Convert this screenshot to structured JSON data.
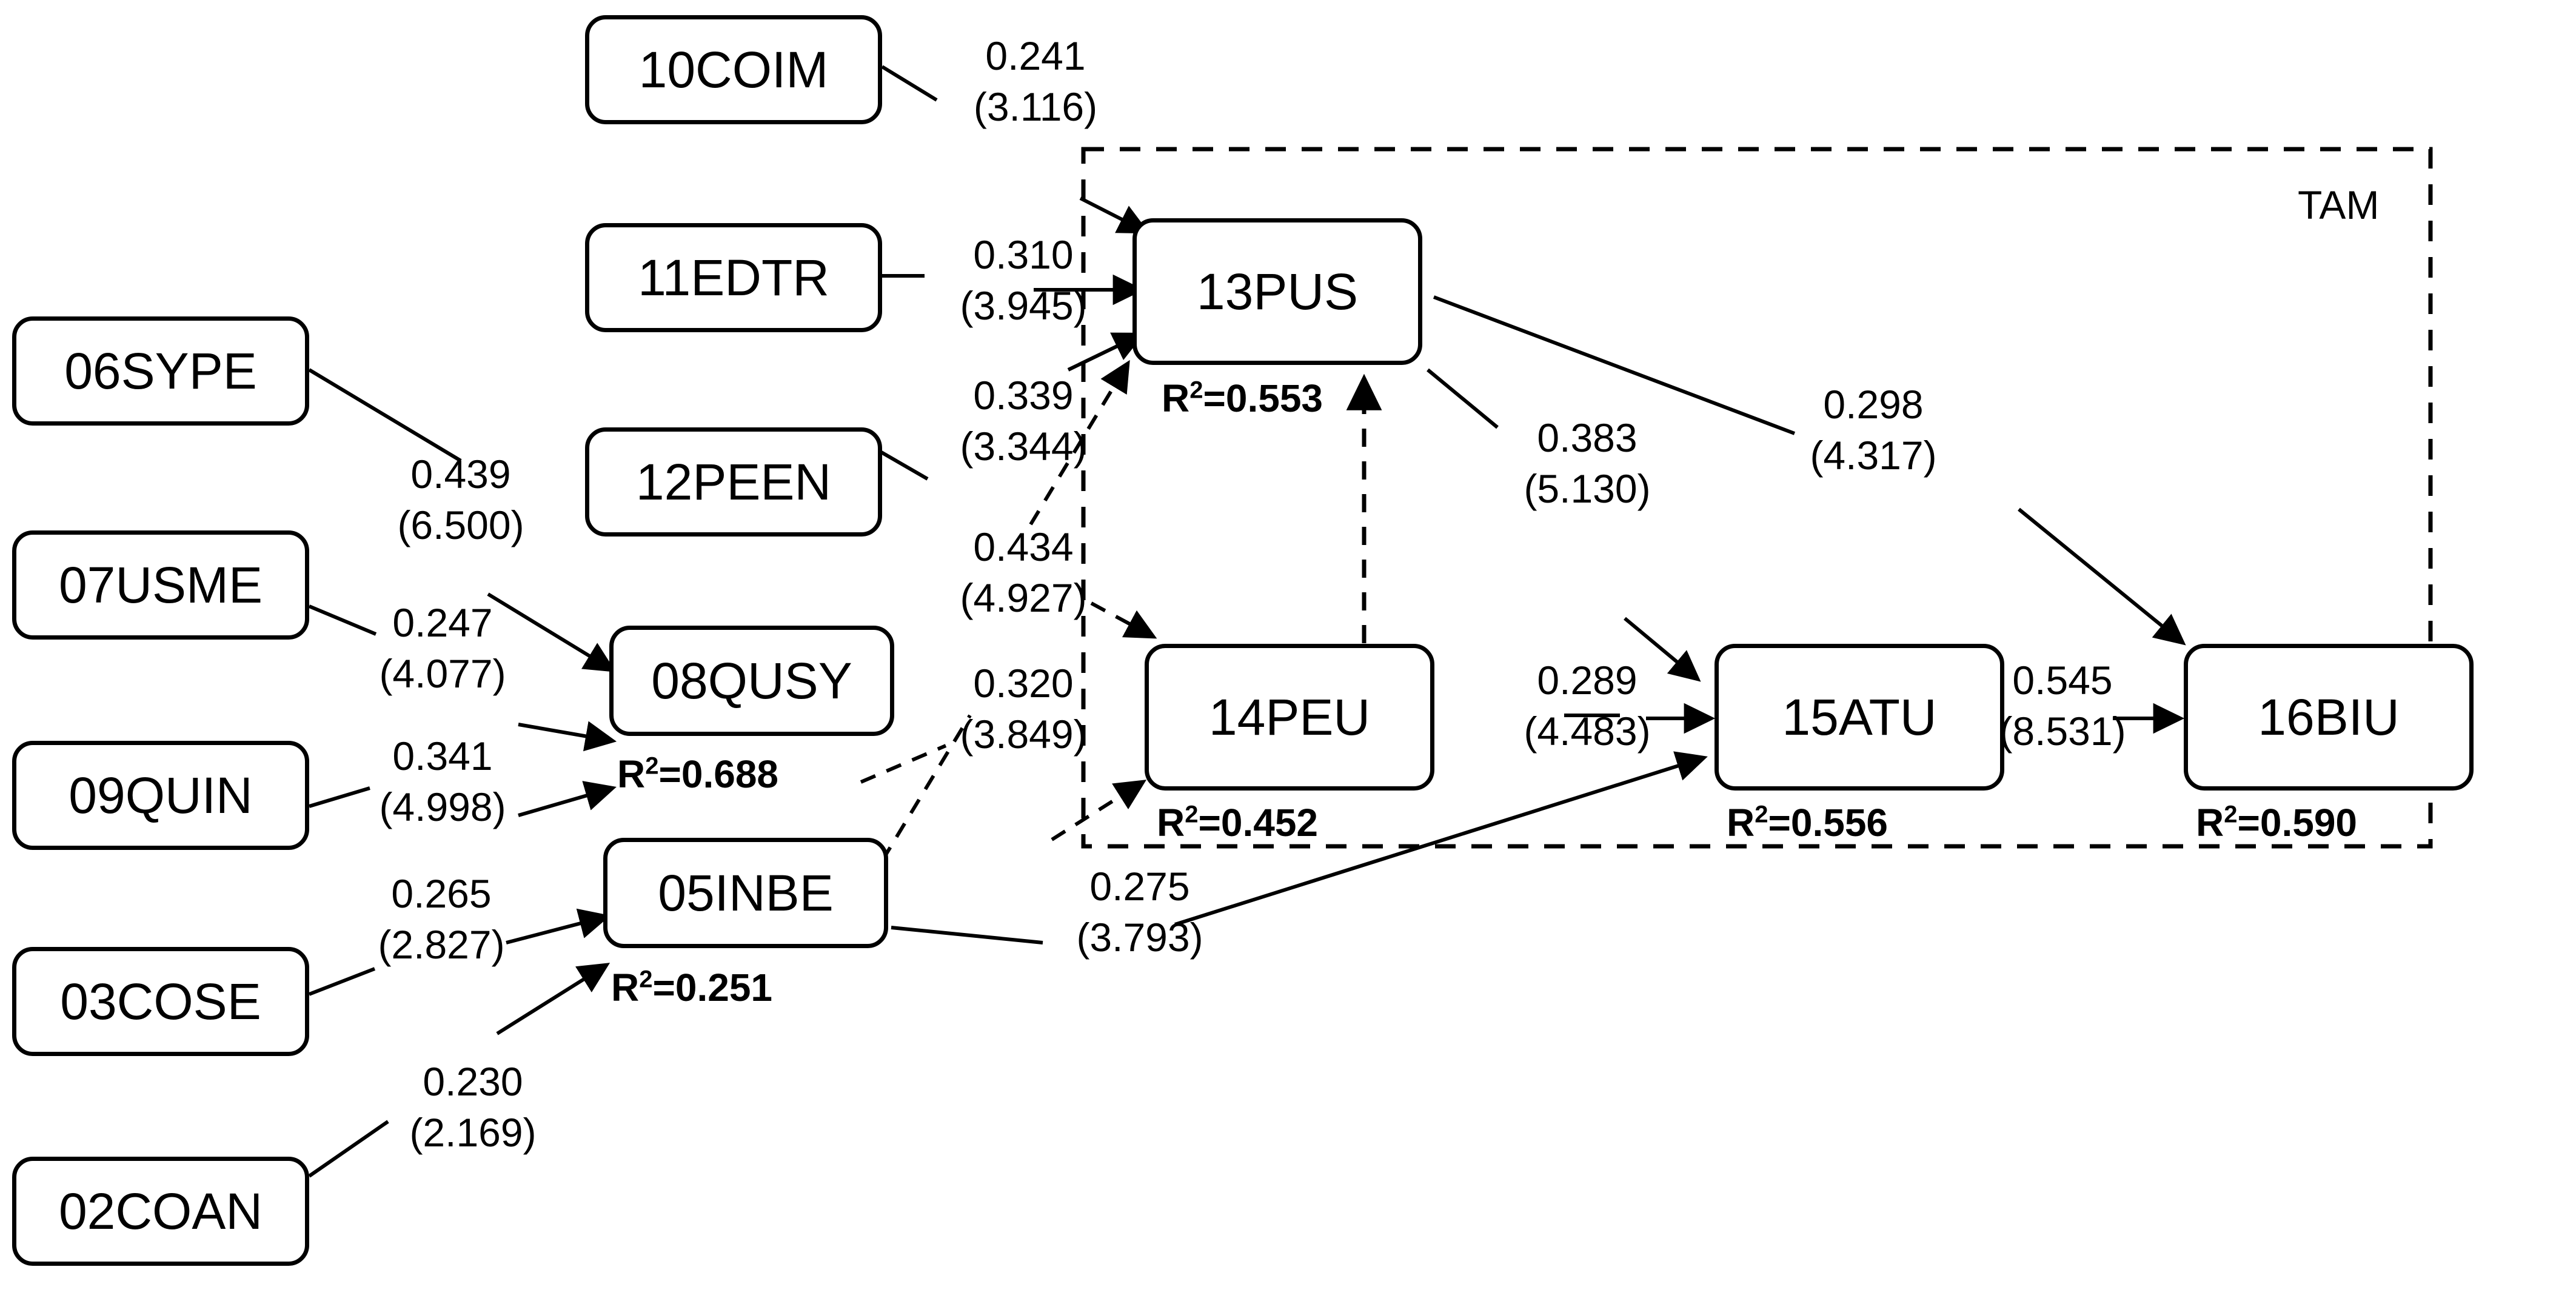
{
  "diagram": {
    "type": "structural-equation-model-path-diagram",
    "group_box": {
      "label": "TAM"
    },
    "nodes": [
      {
        "id": "06SYPE",
        "label": "06SYPE",
        "r2": null
      },
      {
        "id": "07USME",
        "label": "07USME",
        "r2": null
      },
      {
        "id": "09QUIN",
        "label": "09QUIN",
        "r2": null
      },
      {
        "id": "03COSE",
        "label": "03COSE",
        "r2": null
      },
      {
        "id": "02COAN",
        "label": "02COAN",
        "r2": null
      },
      {
        "id": "10COIM",
        "label": "10COIM",
        "r2": null
      },
      {
        "id": "11EDTR",
        "label": "11EDTR",
        "r2": null
      },
      {
        "id": "12PEEN",
        "label": "12PEEN",
        "r2": null
      },
      {
        "id": "08QUSY",
        "label": "08QUSY",
        "r2": "R2=0.688",
        "r2_value": "0.688"
      },
      {
        "id": "05INBE",
        "label": "05INBE",
        "r2": "R2=0.251",
        "r2_value": "0.251"
      },
      {
        "id": "13PUS",
        "label": "13PUS",
        "r2": "R2=0.553",
        "r2_value": "0.553"
      },
      {
        "id": "14PEU",
        "label": "14PEU",
        "r2": "R2=0.452",
        "r2_value": "0.452"
      },
      {
        "id": "15ATU",
        "label": "15ATU",
        "r2": "R2=0.556",
        "r2_value": "0.556"
      },
      {
        "id": "16BIU",
        "label": "16BIU",
        "r2": "R2=0.590",
        "r2_value": "0.590"
      }
    ],
    "r2_prefix": "R",
    "r2_exponent": "2",
    "r2_eq": "=",
    "paths": [
      {
        "from": "06SYPE",
        "to": "08QUSY",
        "coefficient": "0.439",
        "t_value": "(6.500)",
        "style": "solid"
      },
      {
        "from": "07USME",
        "to": "08QUSY",
        "coefficient": "0.247",
        "t_value": "(4.077)",
        "style": "solid"
      },
      {
        "from": "09QUIN",
        "to": "08QUSY",
        "coefficient": "0.341",
        "t_value": "(4.998)",
        "style": "solid"
      },
      {
        "from": "03COSE",
        "to": "05INBE",
        "coefficient": "0.265",
        "t_value": "(2.827)",
        "style": "solid"
      },
      {
        "from": "02COAN",
        "to": "05INBE",
        "coefficient": "0.230",
        "t_value": "(2.169)",
        "style": "solid"
      },
      {
        "from": "10COIM",
        "to": "13PUS",
        "coefficient": "0.241",
        "t_value": "(3.116)",
        "style": "solid"
      },
      {
        "from": "11EDTR",
        "to": "13PUS",
        "coefficient": "0.310",
        "t_value": "(3.945)",
        "style": "solid"
      },
      {
        "from": "12PEEN",
        "to": "13PUS",
        "coefficient": "0.339",
        "t_value": "(3.344)",
        "style": "solid"
      },
      {
        "from": "08QUSY",
        "to": "14PEU",
        "coefficient": "0.434",
        "t_value": "(4.927)",
        "style": "dashed"
      },
      {
        "from": "05INBE",
        "to": "14PEU",
        "coefficient": "0.320",
        "t_value": "(3.849)",
        "style": "dashed"
      },
      {
        "from": "14PEU",
        "to": "13PUS",
        "coefficient": "",
        "t_value": "",
        "style": "dashed"
      },
      {
        "from": "13PUS",
        "to": "15ATU",
        "coefficient": "0.383",
        "t_value": "(5.130)",
        "style": "solid"
      },
      {
        "from": "13PUS",
        "to": "16BIU",
        "coefficient": "0.298",
        "t_value": "(4.317)",
        "style": "solid"
      },
      {
        "from": "14PEU",
        "to": "15ATU",
        "coefficient": "0.289",
        "t_value": "(4.483)",
        "style": "solid"
      },
      {
        "from": "15ATU",
        "to": "16BIU",
        "coefficient": "0.545",
        "t_value": "(8.531)",
        "style": "solid"
      },
      {
        "from": "05INBE",
        "to": "15ATU",
        "coefficient": "0.275",
        "t_value": "(3.793)",
        "style": "solid"
      }
    ],
    "labels": {
      "l_0439": "0.439",
      "t_0439": "(6.500)",
      "l_0247": "0.247",
      "t_0247": "(4.077)",
      "l_0341": "0.341",
      "t_0341": "(4.998)",
      "l_0265": "0.265",
      "t_0265": "(2.827)",
      "l_0230": "0.230",
      "t_0230": "(2.169)",
      "l_0241": "0.241",
      "t_0241": "(3.116)",
      "l_0310": "0.310",
      "t_0310": "(3.945)",
      "l_0339": "0.339",
      "t_0339": "(3.344)",
      "l_0434": "0.434",
      "t_0434": "(4.927)",
      "l_0320": "0.320",
      "t_0320": "(3.849)",
      "l_0383": "0.383",
      "t_0383": "(5.130)",
      "l_0298": "0.298",
      "t_0298": "(4.317)",
      "l_0289": "0.289",
      "t_0289": "(4.483)",
      "l_0545": "0.545",
      "t_0545": "(8.531)",
      "l_0275": "0.275",
      "t_0275": "(3.793)"
    }
  }
}
